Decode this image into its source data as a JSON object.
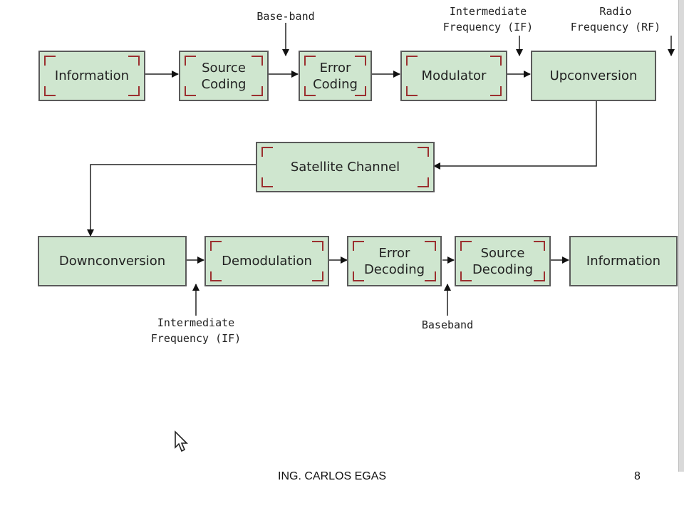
{
  "blocks": {
    "information_in": "Information",
    "source_coding": "Source\nCoding",
    "error_coding": "Error\nCoding",
    "modulator": "Modulator",
    "upconversion": "Upconversion",
    "satellite_channel": "Satellite Channel",
    "downconversion": "Downconversion",
    "demodulation": "Demodulation",
    "error_decoding": "Error\nDecoding",
    "source_decoding": "Source\nDecoding",
    "information_out": "Information"
  },
  "annotations": {
    "baseband_top": "Base-band",
    "if_top": "Intermediate\nFrequency (IF)",
    "rf_top": "Radio\nFrequency (RF)",
    "if_bottom": "Intermediate\nFrequency (IF)",
    "baseband_bottom": "Baseband"
  },
  "footer": {
    "author": "ING. CARLOS EGAS",
    "page_number": "8"
  },
  "colors": {
    "block_fill": "#cfe6cf",
    "corner_marks": "#9b2f2f",
    "line": "#222222"
  }
}
